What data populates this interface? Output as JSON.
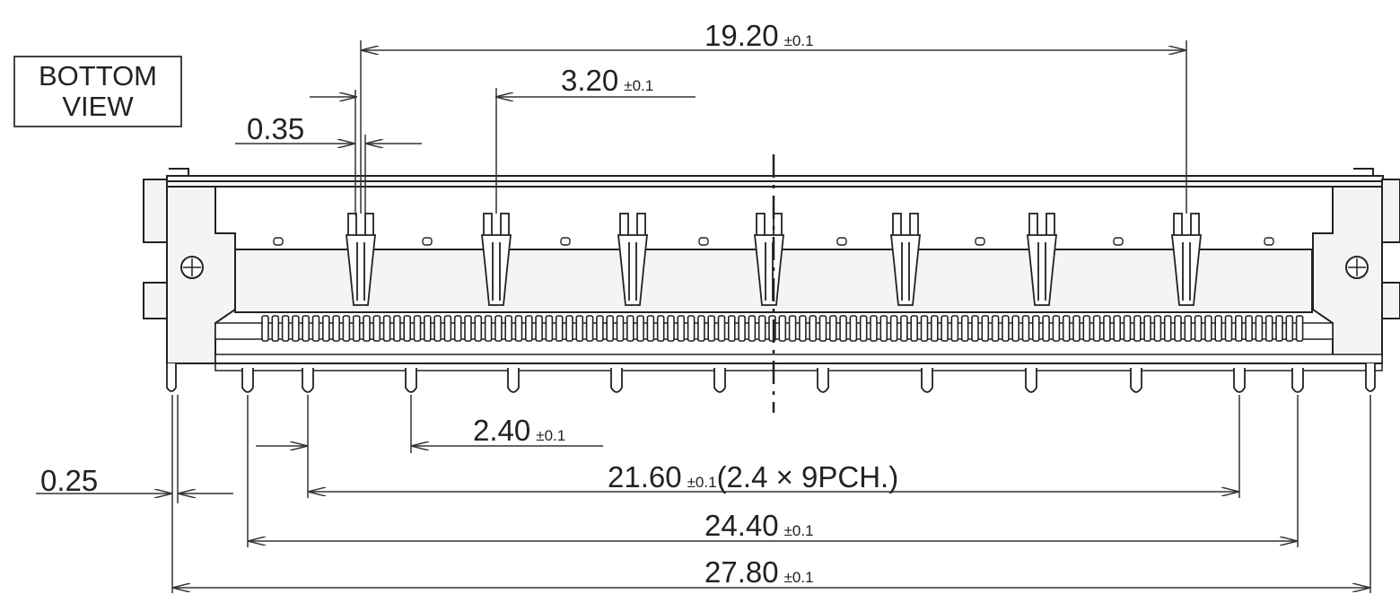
{
  "view_label": {
    "line1": "BOTTOM",
    "line2": "VIEW"
  },
  "dimensions": {
    "d1920": {
      "value": "19.20",
      "tolerance": "±0.1"
    },
    "d320": {
      "value": "3.20",
      "tolerance": "±0.1"
    },
    "d035": {
      "value": "0.35"
    },
    "d240": {
      "value": "2.40",
      "tolerance": "±0.1"
    },
    "d2160": {
      "value": "21.60",
      "tolerance": "±0.1",
      "note": "(2.4 × 9PCH.)"
    },
    "d2440": {
      "value": "24.40",
      "tolerance": "±0.1"
    },
    "d025": {
      "value": "0.25"
    },
    "d2780": {
      "value": "27.80",
      "tolerance": "±0.1"
    }
  },
  "colors": {
    "line": "#222222",
    "body_fill": "#f4f4f4",
    "pin_fill": "#d8d8d8"
  }
}
